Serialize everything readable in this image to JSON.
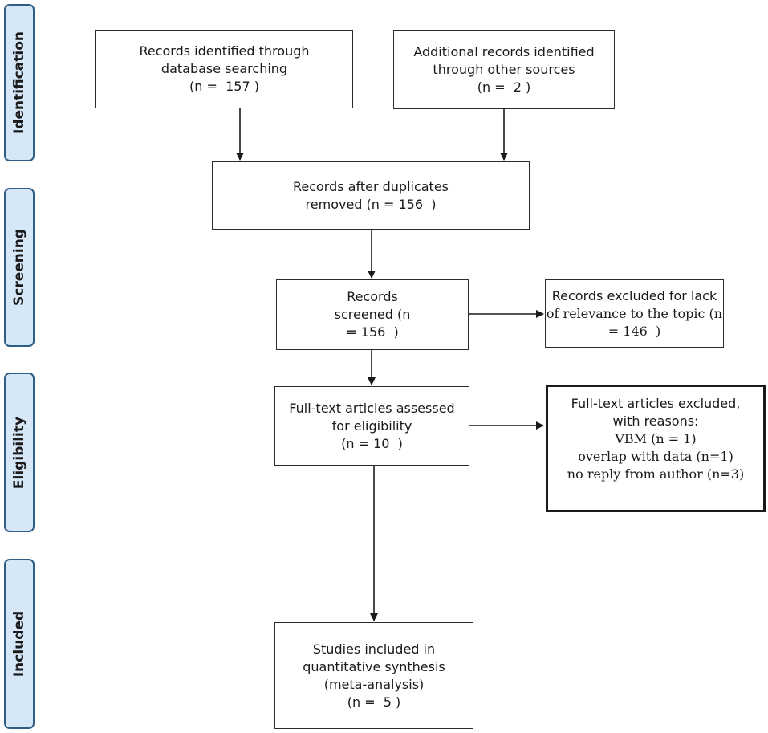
{
  "phases": {
    "identification": "Identification",
    "screening": "Screening",
    "eligibility": "Eligibility",
    "included": "Included"
  },
  "boxes": {
    "database_search": [
      "Records identified through",
      "database searching",
      "(n =  157 )"
    ],
    "other_sources": [
      "Additional records identified",
      "through other sources",
      "(n =  2 )"
    ],
    "after_duplicates": [
      "Records after duplicates",
      "removed (n = 156  )"
    ],
    "screened": [
      "Records",
      "screened (n",
      "= 156  )"
    ],
    "excluded_relevance": [
      "Records excluded for lack",
      "of relevance to the topic (n",
      "= 146  )"
    ],
    "fulltext_assessed": [
      "Full-text articles assessed",
      "for eligibility",
      "(n = 10  )"
    ],
    "fulltext_excluded": [
      "Full-text articles excluded,",
      "with reasons:",
      "VBM (n = 1)",
      "overlap with data (n=1)",
      "no reply from author (n=3)"
    ],
    "included_studies": [
      "Studies included in",
      "quantitative synthesis",
      "(meta-analysis)",
      "(n =  5 )"
    ]
  }
}
